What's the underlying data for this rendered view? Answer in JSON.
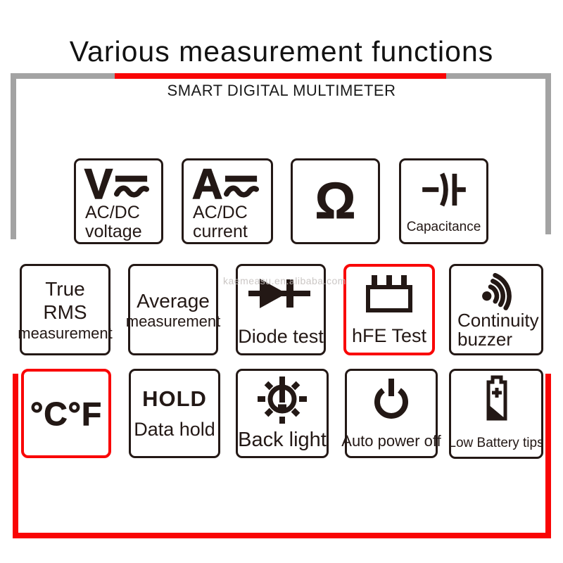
{
  "header": {
    "title": "Various measurement functions",
    "subtitle": "SMART DIGITAL MULTIMETER"
  },
  "watermark": {
    "text": "kaemeasu.en.alibaba.com"
  },
  "colors": {
    "accent_red": "#f90505",
    "ink": "#231815",
    "frame_gray": "#a3a3a3",
    "watermark_gray": "#c6c1bf"
  },
  "boxes": {
    "acdc_voltage": {
      "symbol": "V",
      "lines": [
        "AC/DC",
        "voltage"
      ]
    },
    "acdc_current": {
      "symbol": "A",
      "lines": [
        "AC/DC",
        "current"
      ]
    },
    "resistance": {
      "symbol": "Ω"
    },
    "capacitance": {
      "label": "Capacitance"
    },
    "true_rms": {
      "title": "True RMS",
      "subtitle": "measurement"
    },
    "average": {
      "title": "Average",
      "subtitle": "measurement"
    },
    "diode": {
      "label": "Diode test"
    },
    "hfe": {
      "label": "hFE Test",
      "highlight": "red-border"
    },
    "continuity": {
      "lines": [
        "Continuity",
        "buzzer"
      ]
    },
    "temperature": {
      "text": "°C°F",
      "highlight": "red-border"
    },
    "data_hold": {
      "title": "HOLD",
      "label": "Data hold"
    },
    "backlight": {
      "label": "Back light"
    },
    "auto_power_off": {
      "label": "Auto power off"
    },
    "low_battery": {
      "label": "Low Battery tips"
    }
  }
}
